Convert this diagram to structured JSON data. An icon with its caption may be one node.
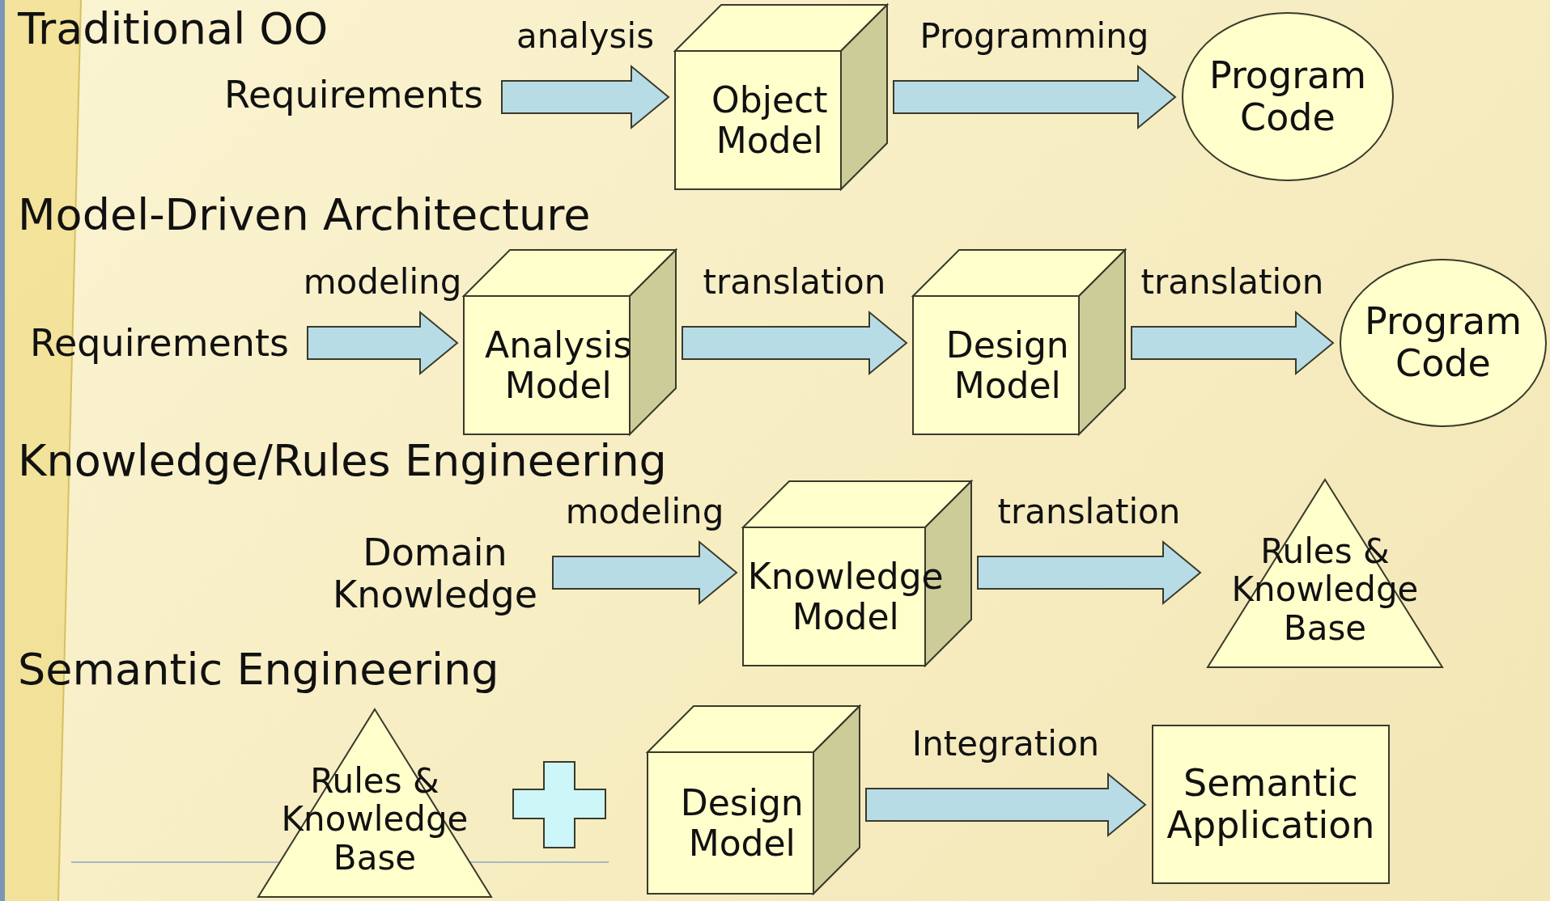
{
  "diagram": {
    "nodes": [
      {
        "text": [
          "Requirements"
        ]
      },
      {
        "text": [
          "Object Model"
        ]
      },
      {
        "text": [
          "Program Code"
        ]
      },
      {
        "text": [
          "Requirements"
        ]
      },
      {
        "text": [
          "Analysis Model"
        ]
      },
      {
        "text": [
          "Design Model"
        ]
      },
      {
        "text": [
          "Program Code"
        ]
      },
      {
        "text": [
          "Domain Knowledge"
        ]
      },
      {
        "text": [
          "Knowledge Model"
        ]
      },
      {
        "text": [
          "Rules & Knowledge Base"
        ]
      },
      {
        "text": [
          "Rules & Knowledge Base"
        ]
      },
      {
        "text": [
          "Design Model"
        ]
      },
      {
        "text": [
          "Semantic Application"
        ]
      }
    ],
    "edges": [
      {
        "from": 0,
        "to": 1,
        "arrow": "to",
        "label": "analysis"
      },
      {
        "from": 1,
        "to": 2,
        "arrow": "to",
        "label": "Programming"
      },
      {
        "from": 3,
        "to": 4,
        "arrow": "to",
        "label": "modeling"
      },
      {
        "from": 4,
        "to": 5,
        "arrow": "to",
        "label": "translation"
      },
      {
        "from": 5,
        "to": 6,
        "arrow": "to",
        "label": "translation"
      },
      {
        "from": 7,
        "to": 8,
        "arrow": "to",
        "label": "modeling"
      },
      {
        "from": 8,
        "to": 9,
        "arrow": "to",
        "label": "translation"
      },
      {
        "from": 11,
        "to": 12,
        "arrow": "to",
        "label": "Integration"
      }
    ],
    "labels": [
      "Traditional OO",
      "Model-Driven Architecture",
      "Knowledge/Rules Engineering",
      "Semantic Engineering"
    ]
  }
}
